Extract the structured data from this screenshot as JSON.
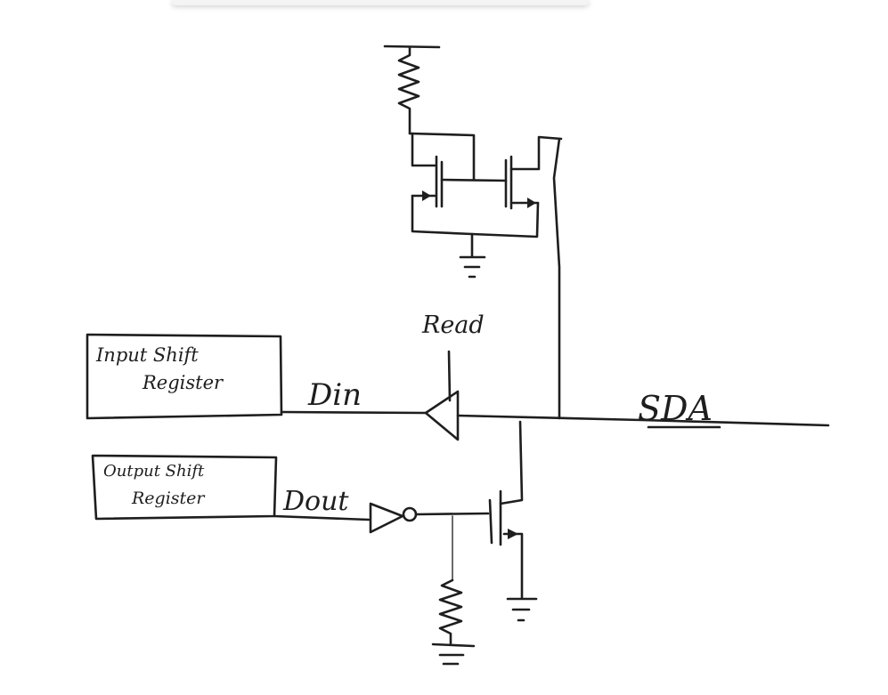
{
  "labels": {
    "input_register_line1": "Input Shift",
    "input_register_line2": "Register",
    "output_register_line1": "Output Shift",
    "output_register_line2": "Register",
    "din": "Din",
    "dout": "Dout",
    "read": "Read",
    "sda": "SDA"
  },
  "colors": {
    "ink": "#1e1e1e",
    "background": "#ffffff"
  }
}
